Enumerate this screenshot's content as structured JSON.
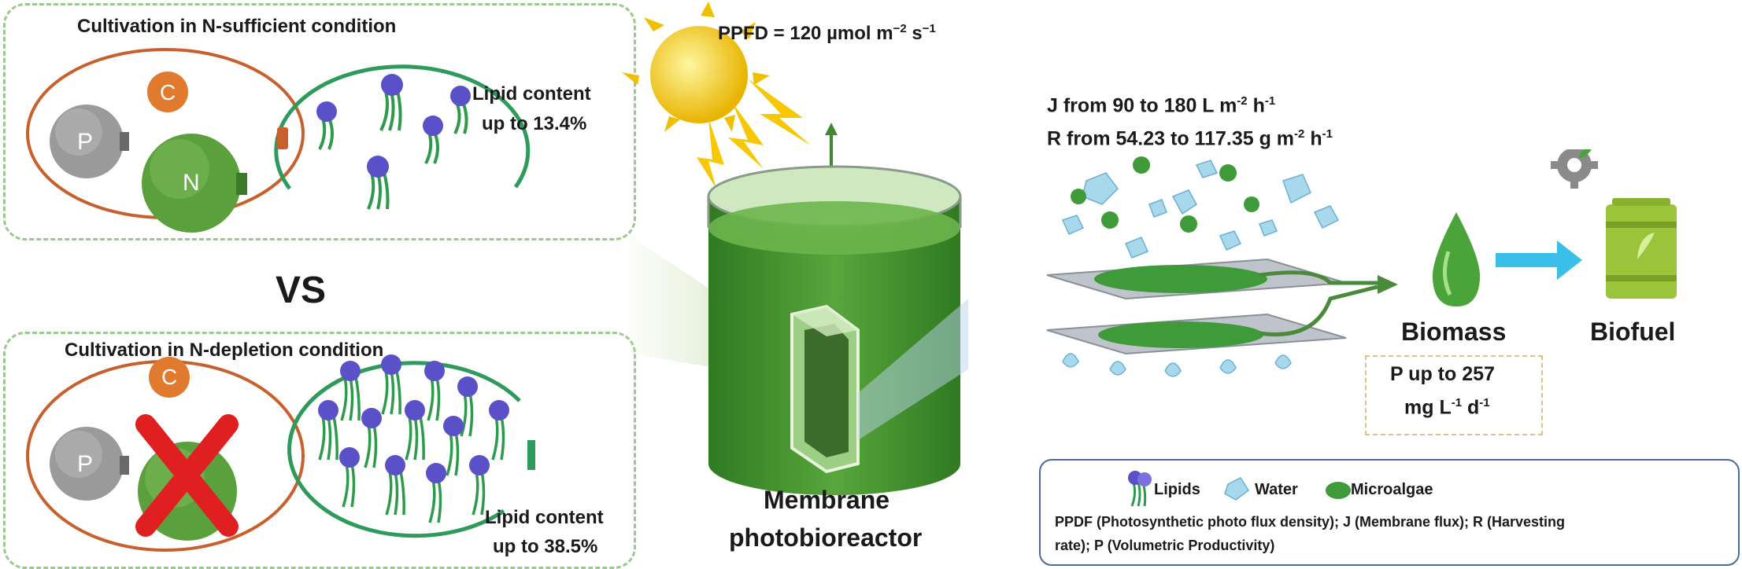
{
  "top_panel": {
    "title": "Cultivation  in  N-sufficient  condition",
    "lipid_line1": "Lipid content",
    "lipid_line2": "up to 13.4%"
  },
  "vs_label": "VS",
  "bottom_panel": {
    "title": "Cultivation  in  N-depletion  condition",
    "lipid_line1": "Lipid content",
    "lipid_line2": "up to 38.5%"
  },
  "nutrients": {
    "p": "P",
    "c": "C",
    "n": "N"
  },
  "ppfd": {
    "text": "PPFD = 120 µmol m",
    "exp1": "−2",
    "mid": " s",
    "exp2": "−1"
  },
  "reactor_label": {
    "line1": "Membrane",
    "line2": "photobioreactor"
  },
  "flux": {
    "text": "J from 90 to 180 L m",
    "exp1": "-2",
    "mid": " h",
    "exp2": "-1"
  },
  "harvest": {
    "text": "R from 54.23 to 117.35 g m",
    "exp1": "-2",
    "mid": " h",
    "exp2": "-1"
  },
  "biomass_label": "Biomass",
  "biofuel_label": "Biofuel",
  "productivity": {
    "line1": "P up to 257",
    "line2_a": "mg L",
    "exp1": "-1",
    "line2_b": " d",
    "exp2": "-1"
  },
  "legend": {
    "lipids": "Lipids",
    "water": "Water",
    "microalgae": "Microalgae",
    "def_line1": "PPDF (Photosynthetic photo flux density); J (Membrane flux); R (Harvesting",
    "def_line2": "rate); P (Volumetric Productivity)"
  },
  "colors": {
    "panel_border": "#9bc98c",
    "cell_red": "#c8602e",
    "cell_green": "#2e9a5c",
    "nutrient_n": "#5aa03c",
    "nutrient_c": "#e07a2e",
    "nutrient_p": "#9a9a9a",
    "lipid_head": "#5a50c8",
    "reactor_green": "#3f8a2c",
    "arrow_blue": "#3ac0e8",
    "legend_border": "#4a6a9a"
  }
}
